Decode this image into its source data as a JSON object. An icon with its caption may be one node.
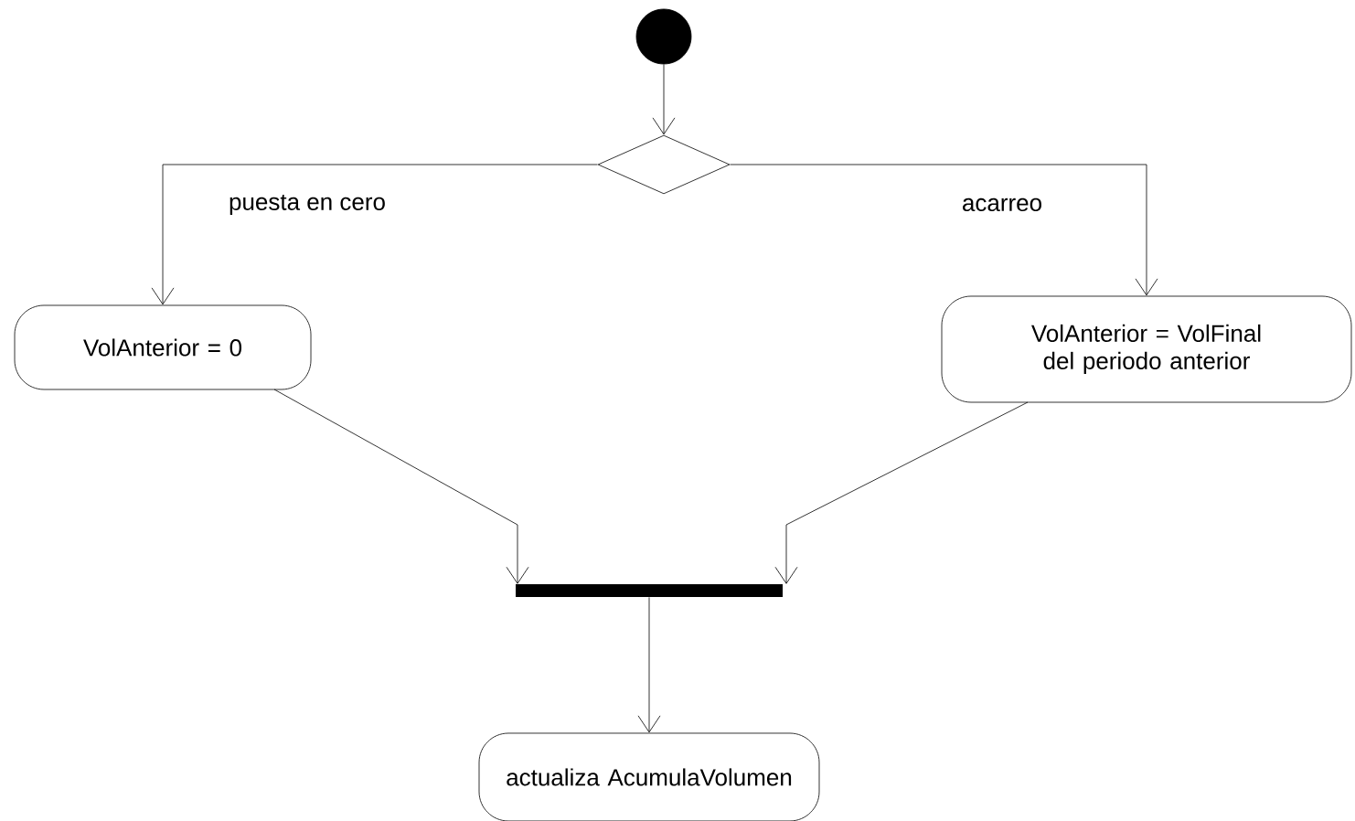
{
  "diagram": {
    "nodes": [
      {
        "text": [],
        "shape": "circle"
      },
      {
        "text": [],
        "shape": "diamond"
      },
      {
        "text": [
          "VolAnterior = 0"
        ]
      },
      {
        "text": [
          "VolAnterior = VolFinal del periodo anterior"
        ]
      },
      {
        "text": [],
        "shape": "bar"
      },
      {
        "text": [
          "actualiza AcumulaVolumen"
        ]
      }
    ],
    "edges": [
      {
        "from": 0,
        "to": 1,
        "arrow": "to"
      },
      {
        "from": 1,
        "to": 2,
        "arrow": "to",
        "label": "puesta en cero"
      },
      {
        "from": 1,
        "to": 3,
        "arrow": "to",
        "label": "acarreo"
      },
      {
        "from": 2,
        "to": 4,
        "arrow": "to"
      },
      {
        "from": 3,
        "to": 4,
        "arrow": "to"
      },
      {
        "from": 4,
        "to": 5,
        "arrow": "to"
      }
    ]
  }
}
